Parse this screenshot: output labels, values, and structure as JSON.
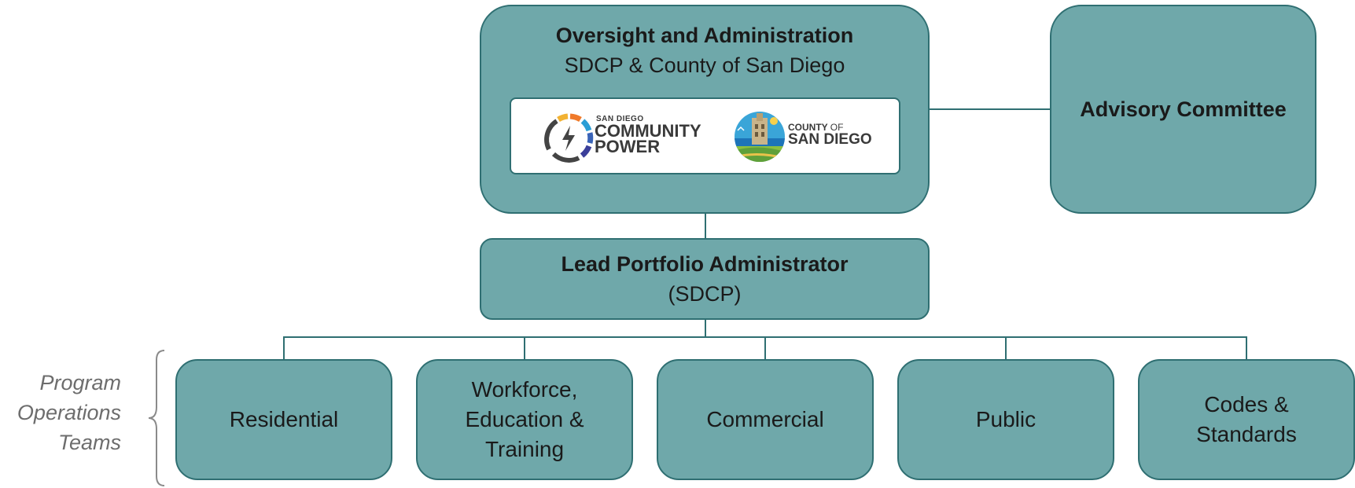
{
  "oversight": {
    "title": "Oversight and Administration",
    "subtitle": "SDCP & County of San Diego"
  },
  "logos": {
    "sdcp": {
      "small": "SAN DIEGO",
      "line1": "COMMUNITY",
      "line2": "POWER"
    },
    "county": {
      "small": "COUNTY",
      "small2": "OF",
      "line1": "SAN DIEGO"
    }
  },
  "advisory": {
    "title": "Advisory Committee"
  },
  "lead": {
    "title": "Lead Portfolio Administrator",
    "subtitle": "(SDCP)"
  },
  "side_label": {
    "line1": "Program",
    "line2": "Operations",
    "line3": "Teams"
  },
  "teams": [
    {
      "label": "Residential"
    },
    {
      "label": "Workforce, Education & Training"
    },
    {
      "label": "Commercial"
    },
    {
      "label": "Public"
    },
    {
      "label": "Codes & Standards"
    }
  ],
  "colors": {
    "node_fill": "#6fa8aa",
    "node_border": "#2f6f72"
  }
}
